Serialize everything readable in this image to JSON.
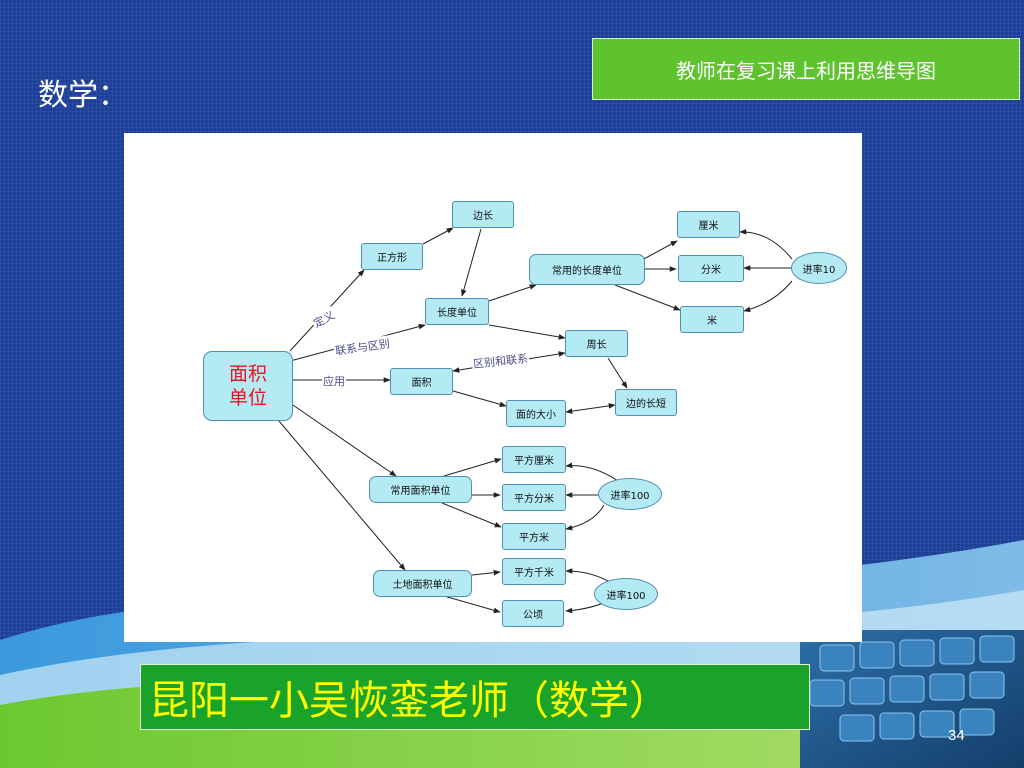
{
  "slide": {
    "subject_title": "数学：",
    "header_banner": "教师在复习课上利用思维导图",
    "footer_banner": "昆阳一小吴恢銮老师（数学）",
    "page_number": "34"
  },
  "diagram": {
    "root": "面积单位",
    "nodes": {
      "zhengfangxing": "正方形",
      "bianchang": "边长",
      "changdu_danwei": "长度单位",
      "changyong_changdu": "常用的长度单位",
      "limi": "厘米",
      "fenmi": "分米",
      "mi": "米",
      "jinlv10": "进率10",
      "zhouchang": "周长",
      "mianji": "面积",
      "mian_daxiao": "面的大小",
      "bian_changduan": "边的长短",
      "changyong_mianji": "常用面积单位",
      "pf_limi": "平方厘米",
      "pf_fenmi": "平方分米",
      "pf_mi": "平方米",
      "jinlv100_a": "进率100",
      "tudi_mianji": "土地面积单位",
      "pf_qianmi": "平方千米",
      "gongqing": "公顷",
      "jinlv100_b": "进率100"
    },
    "edge_labels": {
      "dingyi": "定义",
      "lianxi_qubie": "联系与区别",
      "yingyong": "应用",
      "qubie_lianxi": "区别和联系"
    }
  },
  "colors": {
    "background": "#1d3f98",
    "header_banner": "#5ec32e",
    "footer_banner": "#1aa32a",
    "footer_text": "#ffff00",
    "node_fill": "#b4eaf4",
    "root_text": "#e8141c"
  }
}
